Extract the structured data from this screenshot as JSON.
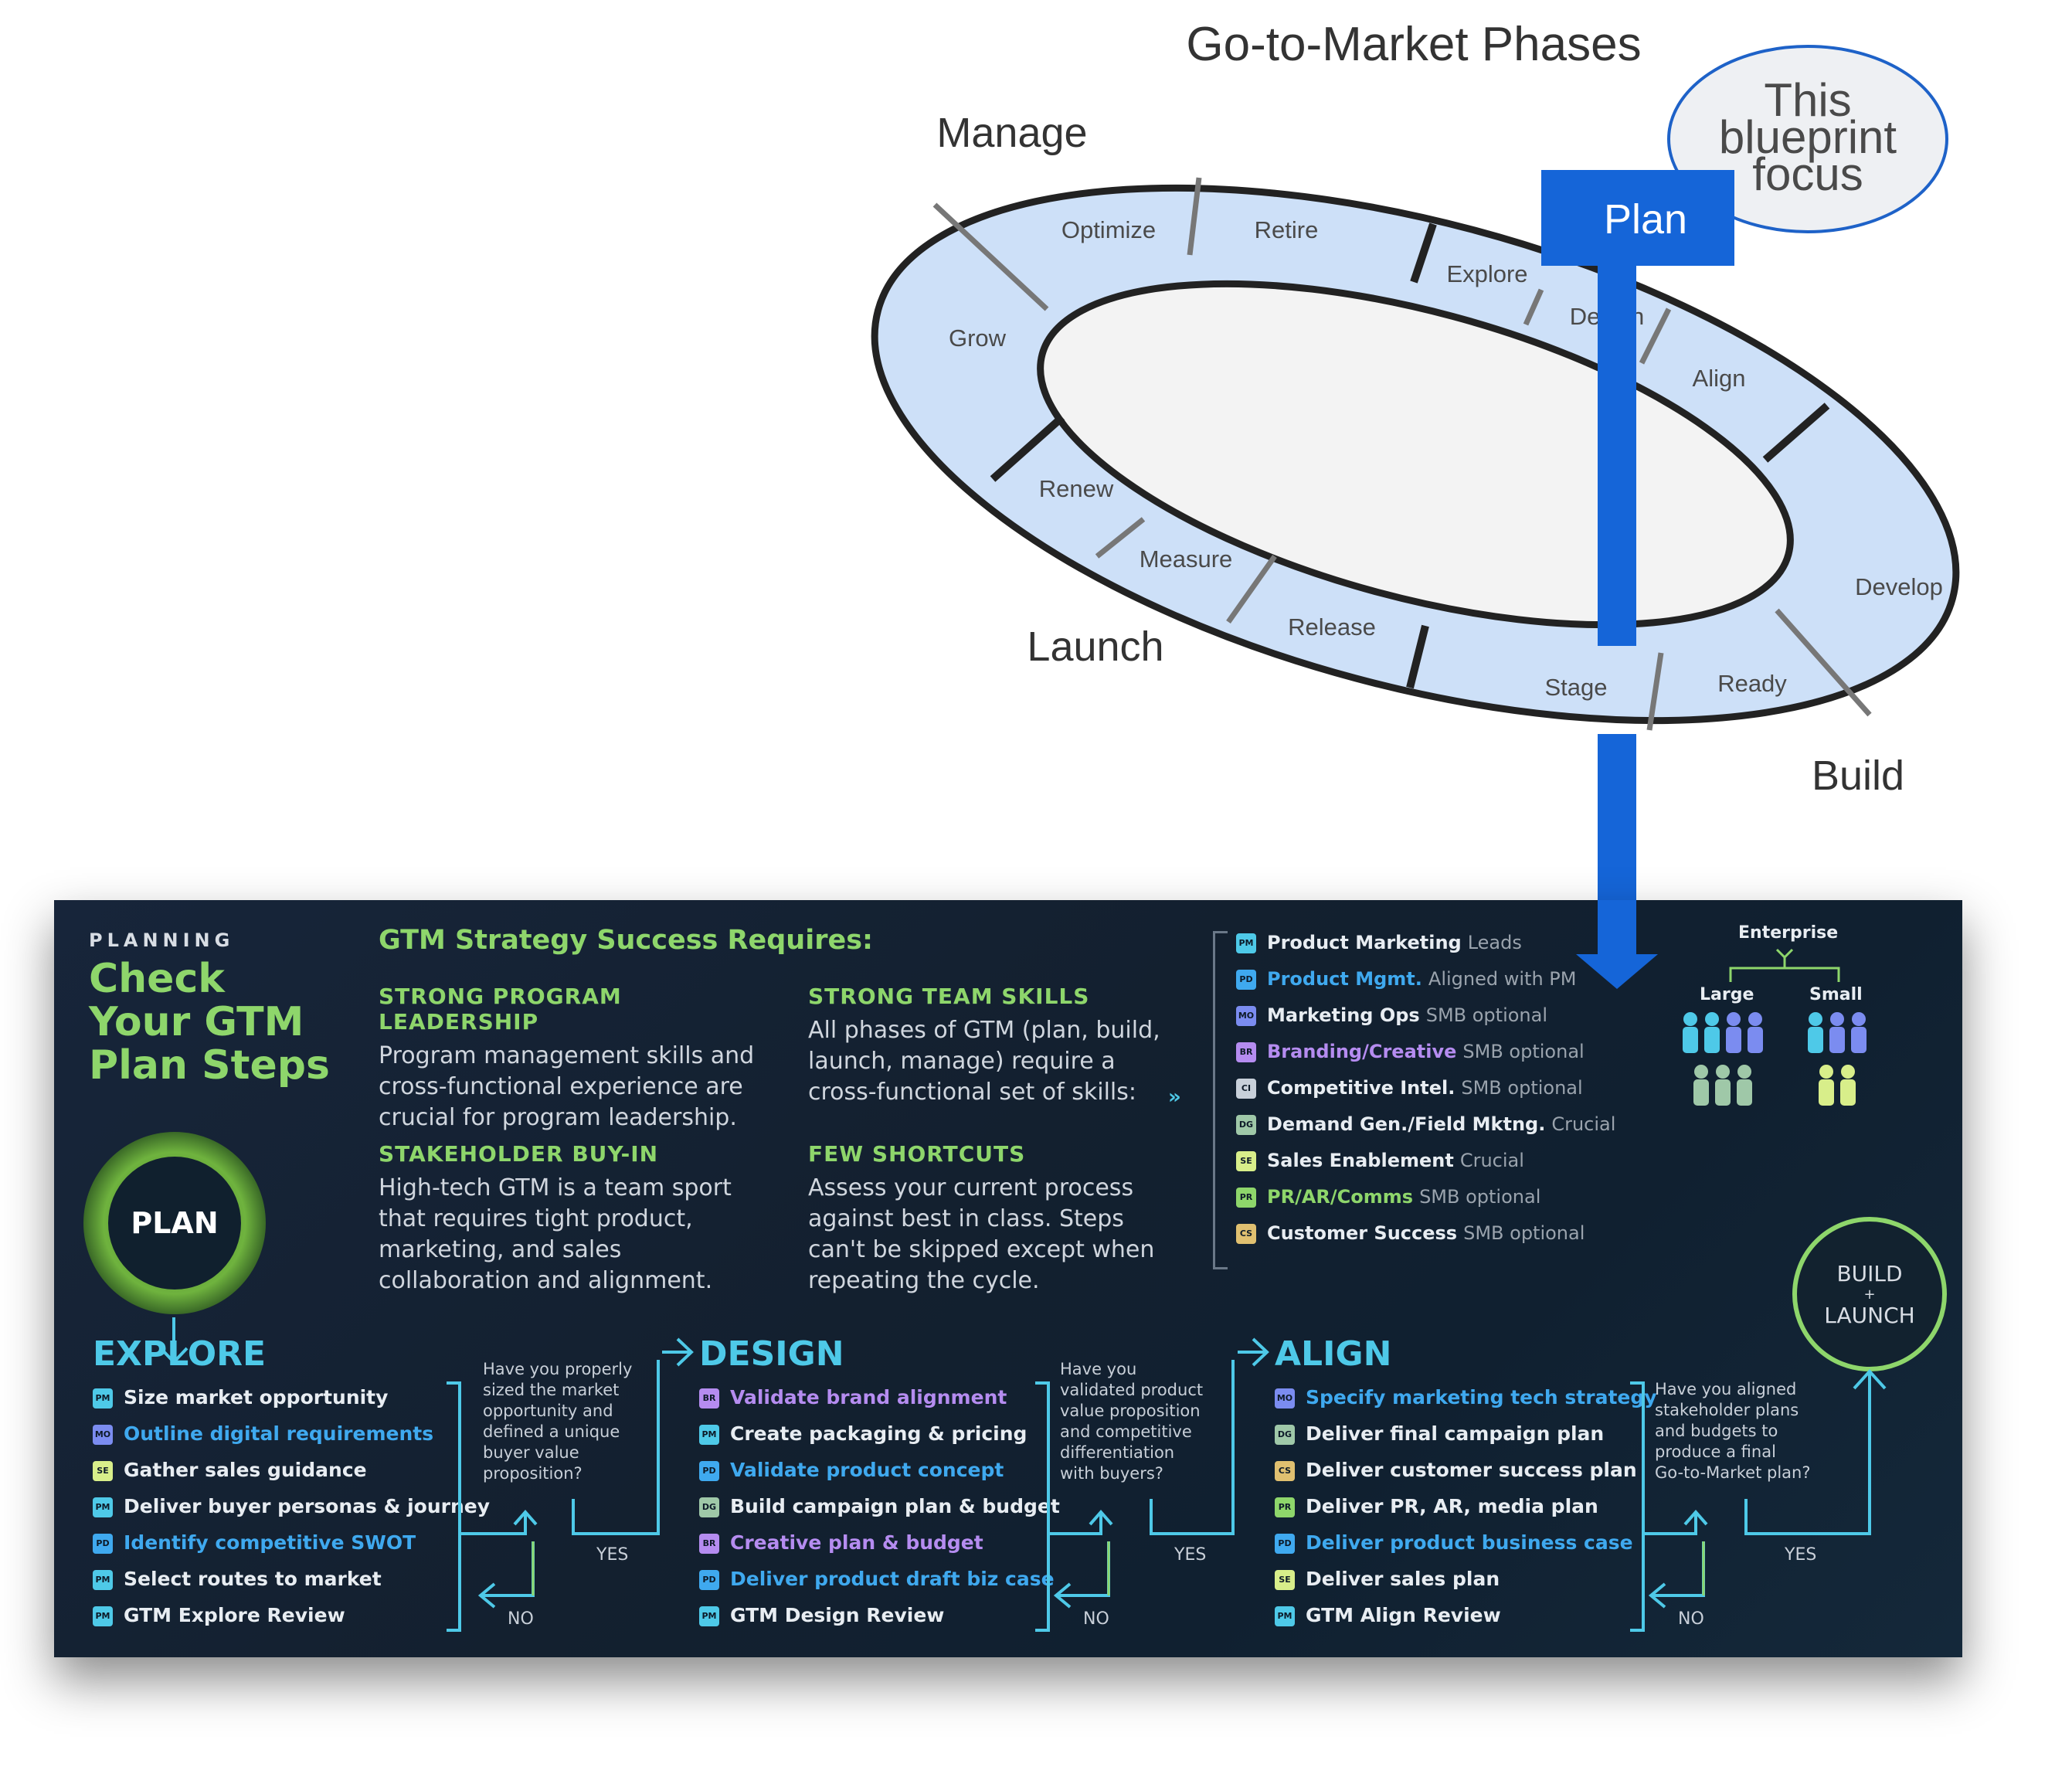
{
  "title": "Go-to-Market Phases",
  "bubble": {
    "lines": [
      "This",
      "blueprint",
      "focus"
    ]
  },
  "plan_box": {
    "label": "Plan"
  },
  "phases": {
    "manage": "Manage",
    "launch": "Launch",
    "build": "Build"
  },
  "segments": {
    "optimize": "Optimize",
    "retire": "Retire",
    "explore": "Explore",
    "design": "Design",
    "align": "Align",
    "develop": "Develop",
    "ready": "Ready",
    "stage": "Stage",
    "release": "Release",
    "measure": "Measure",
    "renew": "Renew",
    "grow": "Grow"
  },
  "colors": {
    "ring_fill": "#cde0f8",
    "ring_border": "#222222",
    "accent_blue": "#1565d8",
    "panel_bg": "#15233a",
    "green": "#8ed66b",
    "cyan": "#4ec9e8"
  },
  "panel": {
    "kicker": "PLANNING",
    "title_lines": [
      "Check",
      "Your GTM",
      "Plan Steps"
    ],
    "plan_circle": "PLAN",
    "build_launch": [
      "BUILD",
      "+",
      "LAUNCH"
    ],
    "strategy_title": "GTM Strategy Success Requires:",
    "blocks": [
      {
        "heading": "STRONG PROGRAM LEADERSHIP",
        "text": [
          "Program management skills and",
          "cross-functional experience are",
          "crucial for program leadership."
        ]
      },
      {
        "heading": "STRONG TEAM SKILLS",
        "text": [
          "All phases of GTM (plan, build,",
          "launch, manage) require a",
          "cross-functional set of skills:"
        ]
      },
      {
        "heading": "STAKEHOLDER BUY-IN",
        "text": [
          "High-tech GTM is a team sport",
          "that requires tight product,",
          "marketing, and sales",
          "collaboration and alignment."
        ]
      },
      {
        "heading": "FEW SHORTCUTS",
        "text": [
          "Assess your current process",
          "against best in class. Steps",
          "can't be skipped except when",
          "repeating the cycle."
        ]
      }
    ],
    "roles": [
      {
        "badge": "PM",
        "color": "#4ec9e8",
        "name": "Product Marketing",
        "note": "Leads"
      },
      {
        "badge": "PD",
        "color": "#3fa9ef",
        "name": "Product Mgmt.",
        "note": "Aligned with PM",
        "blue": true
      },
      {
        "badge": "MO",
        "color": "#7b8cf0",
        "name": "Marketing Ops",
        "note": "SMB optional"
      },
      {
        "badge": "BR",
        "color": "#b58cf0",
        "name": "Branding/Creative",
        "note": "SMB optional",
        "purple": true
      },
      {
        "badge": "CI",
        "color": "#c8d0da",
        "name": "Competitive Intel.",
        "note": "SMB optional"
      },
      {
        "badge": "DG",
        "color": "#9fc8a8",
        "name": "Demand Gen./Field Mktng.",
        "note": "Crucial"
      },
      {
        "badge": "SE",
        "color": "#d8ee8a",
        "name": "Sales Enablement",
        "note": "Crucial"
      },
      {
        "badge": "PR",
        "color": "#8ed66b",
        "name": "PR/AR/Comms",
        "note": "SMB optional",
        "green": true
      },
      {
        "badge": "CS",
        "color": "#e0c070",
        "name": "Customer Success",
        "note": "SMB optional"
      }
    ],
    "org": {
      "top": "Enterprise",
      "large": "Large",
      "small": "Small"
    },
    "explore": {
      "heading": "EXPLORE",
      "steps": [
        {
          "badge": "PM",
          "color": "#4ec9e8",
          "text": "Size market opportunity"
        },
        {
          "badge": "MO",
          "color": "#7b8cf0",
          "text": "Outline digital requirements",
          "cls": "blue"
        },
        {
          "badge": "SE",
          "color": "#d8ee8a",
          "text": "Gather sales guidance"
        },
        {
          "badge": "PM",
          "color": "#4ec9e8",
          "text": "Deliver buyer personas & journey"
        },
        {
          "badge": "PD",
          "color": "#3fa9ef",
          "text": "Identify competitive SWOT",
          "cls": "blue"
        },
        {
          "badge": "PM",
          "color": "#4ec9e8",
          "text": "Select routes to market"
        },
        {
          "badge": "PM",
          "color": "#4ec9e8",
          "text": "GTM Explore Review"
        }
      ],
      "question": [
        "Have you properly",
        "sized the market",
        "opportunity and",
        "defined a unique",
        "buyer value",
        "proposition?"
      ]
    },
    "design": {
      "heading": "DESIGN",
      "steps": [
        {
          "badge": "BR",
          "color": "#b58cf0",
          "text": "Validate brand alignment",
          "cls": "purple"
        },
        {
          "badge": "PM",
          "color": "#4ec9e8",
          "text": "Create packaging & pricing"
        },
        {
          "badge": "PD",
          "color": "#3fa9ef",
          "text": "Validate product concept",
          "cls": "blue"
        },
        {
          "badge": "DG",
          "color": "#9fc8a8",
          "text": "Build campaign plan & budget"
        },
        {
          "badge": "BR",
          "color": "#b58cf0",
          "text": "Creative plan & budget",
          "cls": "purple"
        },
        {
          "badge": "PD",
          "color": "#3fa9ef",
          "text": "Deliver product draft biz case",
          "cls": "blue"
        },
        {
          "badge": "PM",
          "color": "#4ec9e8",
          "text": "GTM Design Review"
        }
      ],
      "question": [
        "Have you",
        "validated product",
        "value proposition",
        "and competitive",
        "differentiation",
        "with buyers?"
      ]
    },
    "align": {
      "heading": "ALIGN",
      "steps": [
        {
          "badge": "MO",
          "color": "#7b8cf0",
          "text": "Specify marketing tech strategy",
          "cls": "blue"
        },
        {
          "badge": "DG",
          "color": "#9fc8a8",
          "text": "Deliver final campaign plan"
        },
        {
          "badge": "CS",
          "color": "#e0c070",
          "text": "Deliver customer success plan"
        },
        {
          "badge": "PR",
          "color": "#8ed66b",
          "text": "Deliver PR, AR, media plan"
        },
        {
          "badge": "PD",
          "color": "#3fa9ef",
          "text": "Deliver product business case",
          "cls": "blue"
        },
        {
          "badge": "SE",
          "color": "#d8ee8a",
          "text": "Deliver sales plan"
        },
        {
          "badge": "PM",
          "color": "#4ec9e8",
          "text": "GTM Align Review"
        }
      ],
      "question": [
        "Have you aligned",
        "stakeholder plans",
        "and budgets to",
        "produce a final",
        "Go-to-Market plan?"
      ]
    },
    "yes": "YES",
    "no": "NO"
  }
}
